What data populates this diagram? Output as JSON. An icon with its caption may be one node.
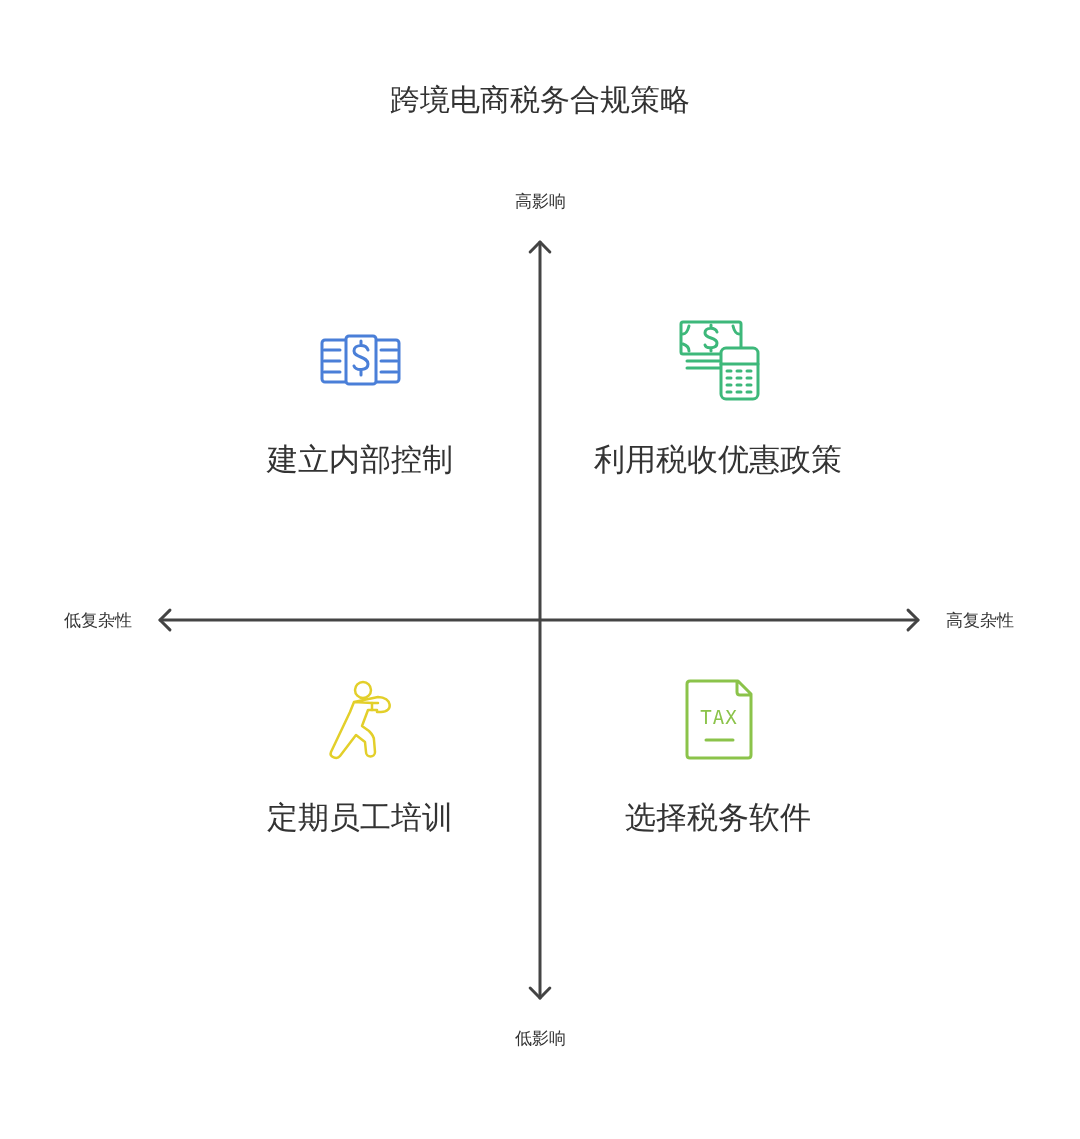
{
  "diagram": {
    "title": "跨境电商税务合规策略",
    "labels": [
      "高影响",
      "建立内部控制",
      "利用税收优惠政策",
      "低复杂性",
      "高复杂性",
      "TAX",
      "定期员工培训",
      "选择税务软件",
      "低影响"
    ]
  }
}
